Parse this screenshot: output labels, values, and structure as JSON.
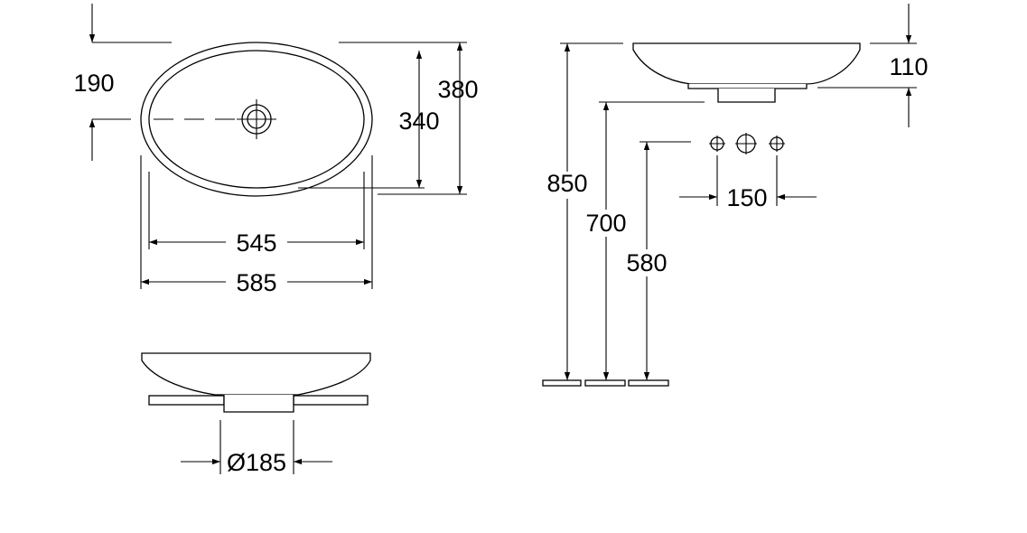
{
  "dimensions": {
    "d190": "190",
    "d380": "380",
    "d340": "340",
    "d545": "545",
    "d585": "585",
    "d185": "Ø185",
    "d110": "110",
    "d850": "850",
    "d700": "700",
    "d580": "580",
    "d150": "150"
  }
}
